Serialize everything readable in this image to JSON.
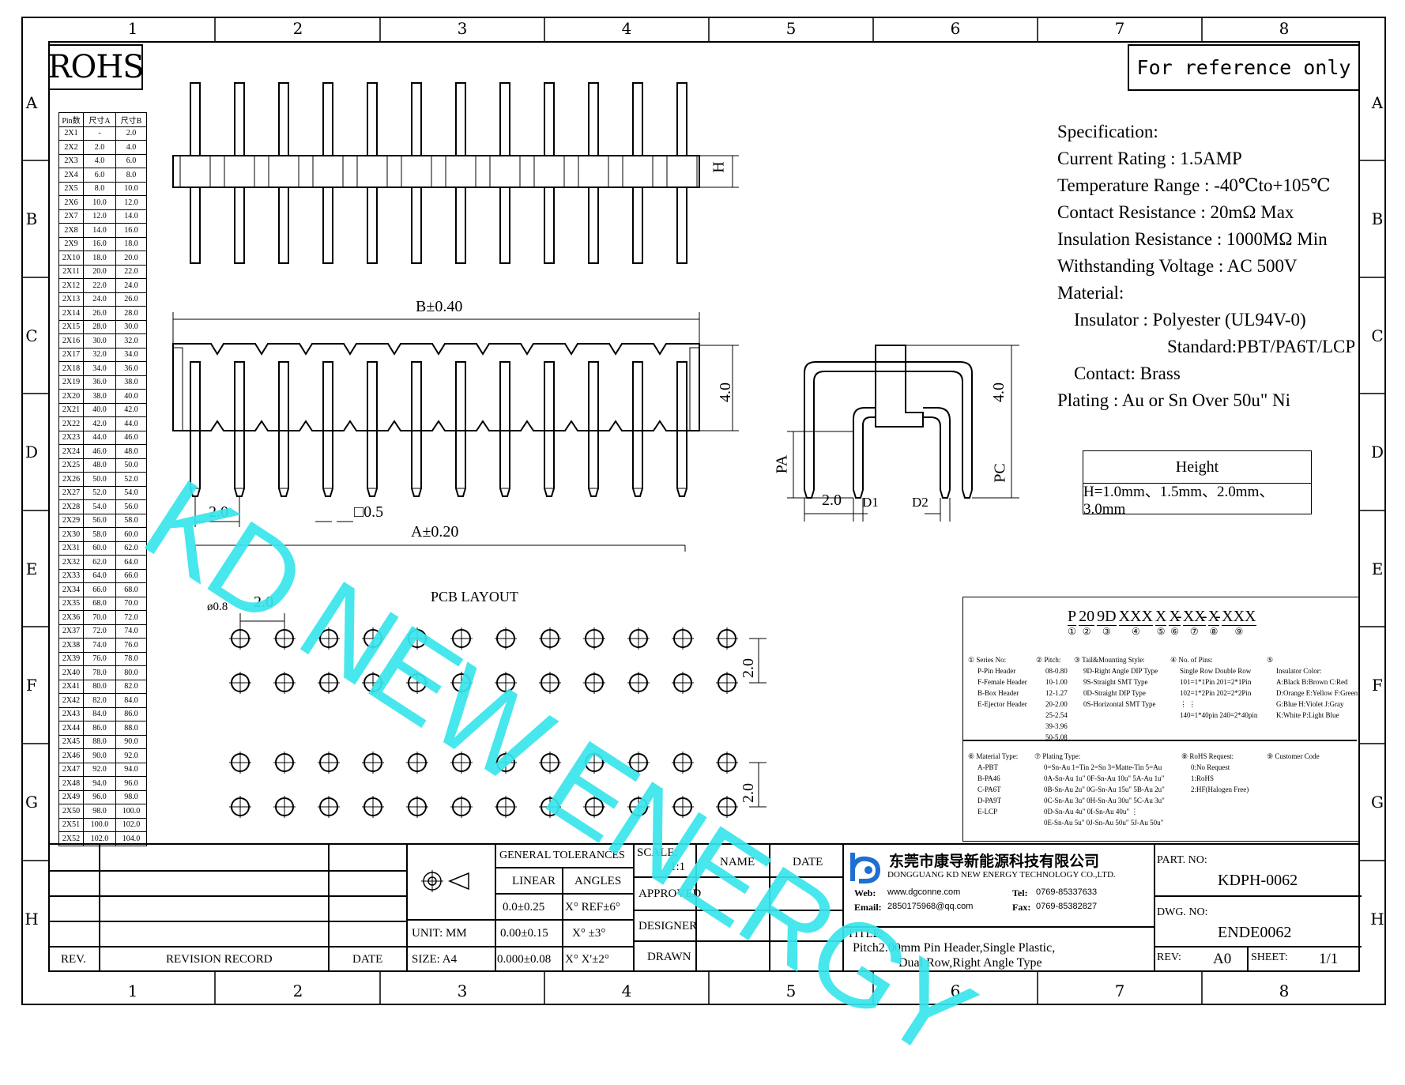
{
  "border": {
    "columns": [
      "1",
      "2",
      "3",
      "4",
      "5",
      "6",
      "7",
      "8"
    ],
    "rows": [
      "A",
      "B",
      "C",
      "D",
      "E",
      "F",
      "G",
      "H"
    ]
  },
  "rohs_label": "ROHS",
  "reference_note": "For reference only",
  "pin_table": {
    "headers": [
      "Pin数",
      "尺寸A",
      "尺寸B"
    ],
    "rows": [
      [
        "2X1",
        "-",
        "2.0"
      ],
      [
        "2X2",
        "2.0",
        "4.0"
      ],
      [
        "2X3",
        "4.0",
        "6.0"
      ],
      [
        "2X4",
        "6.0",
        "8.0"
      ],
      [
        "2X5",
        "8.0",
        "10.0"
      ],
      [
        "2X6",
        "10.0",
        "12.0"
      ],
      [
        "2X7",
        "12.0",
        "14.0"
      ],
      [
        "2X8",
        "14.0",
        "16.0"
      ],
      [
        "2X9",
        "16.0",
        "18.0"
      ],
      [
        "2X10",
        "18.0",
        "20.0"
      ],
      [
        "2X11",
        "20.0",
        "22.0"
      ],
      [
        "2X12",
        "22.0",
        "24.0"
      ],
      [
        "2X13",
        "24.0",
        "26.0"
      ],
      [
        "2X14",
        "26.0",
        "28.0"
      ],
      [
        "2X15",
        "28.0",
        "30.0"
      ],
      [
        "2X16",
        "30.0",
        "32.0"
      ],
      [
        "2X17",
        "32.0",
        "34.0"
      ],
      [
        "2X18",
        "34.0",
        "36.0"
      ],
      [
        "2X19",
        "36.0",
        "38.0"
      ],
      [
        "2X20",
        "38.0",
        "40.0"
      ],
      [
        "2X21",
        "40.0",
        "42.0"
      ],
      [
        "2X22",
        "42.0",
        "44.0"
      ],
      [
        "2X23",
        "44.0",
        "46.0"
      ],
      [
        "2X24",
        "46.0",
        "48.0"
      ],
      [
        "2X25",
        "48.0",
        "50.0"
      ],
      [
        "2X26",
        "50.0",
        "52.0"
      ],
      [
        "2X27",
        "52.0",
        "54.0"
      ],
      [
        "2X28",
        "54.0",
        "56.0"
      ],
      [
        "2X29",
        "56.0",
        "58.0"
      ],
      [
        "2X30",
        "58.0",
        "60.0"
      ],
      [
        "2X31",
        "60.0",
        "62.0"
      ],
      [
        "2X32",
        "62.0",
        "64.0"
      ],
      [
        "2X33",
        "64.0",
        "66.0"
      ],
      [
        "2X34",
        "66.0",
        "68.0"
      ],
      [
        "2X35",
        "68.0",
        "70.0"
      ],
      [
        "2X36",
        "70.0",
        "72.0"
      ],
      [
        "2X37",
        "72.0",
        "74.0"
      ],
      [
        "2X38",
        "74.0",
        "76.0"
      ],
      [
        "2X39",
        "76.0",
        "78.0"
      ],
      [
        "2X40",
        "78.0",
        "80.0"
      ],
      [
        "2X41",
        "80.0",
        "82.0"
      ],
      [
        "2X42",
        "82.0",
        "84.0"
      ],
      [
        "2X43",
        "84.0",
        "86.0"
      ],
      [
        "2X44",
        "86.0",
        "88.0"
      ],
      [
        "2X45",
        "88.0",
        "90.0"
      ],
      [
        "2X46",
        "90.0",
        "92.0"
      ],
      [
        "2X47",
        "92.0",
        "94.0"
      ],
      [
        "2X48",
        "94.0",
        "96.0"
      ],
      [
        "2X49",
        "96.0",
        "98.0"
      ],
      [
        "2X50",
        "98.0",
        "100.0"
      ],
      [
        "2X51",
        "100.0",
        "102.0"
      ],
      [
        "2X52",
        "102.0",
        "104.0"
      ]
    ]
  },
  "spec": {
    "lines": [
      "Specification:",
      "Current Rating : 1.5AMP",
      "Temperature Range : -40℃to+105℃",
      "Contact Resistance : 20mΩ Max",
      "Insulation Resistance : 1000MΩ Min",
      "Withstanding Voltage : AC 500V",
      "Material:",
      "Insulator : Polyester (UL94V-0)",
      "Standard:PBT/PA6T/LCP",
      "Contact: Brass",
      "Plating : Au or Sn Over 50u\" Ni"
    ]
  },
  "dims": {
    "h": "H",
    "b": "B±0.40",
    "four_a": "4.0",
    "four_b": "4.0",
    "two": "2.0",
    "sq": "□0.5",
    "a": "A±0.20",
    "pa": "PA",
    "pc": "PC",
    "two_side": "2.0",
    "d1": "D1",
    "d2": "D2"
  },
  "pcb": {
    "title": "PCB LAYOUT",
    "hole": "ø0.8",
    "pitch": "2.0",
    "row_pitch_1": "2.0",
    "row_pitch_2": "2.0"
  },
  "height_box": {
    "title": "Height",
    "values": "H=1.0mm、1.5mm、2.0mm、3.0mm"
  },
  "part_code": {
    "parts": [
      "P",
      "20",
      "9D",
      "XXX",
      "X",
      "X",
      "XX",
      "X",
      "XXX"
    ],
    "nums": [
      "①",
      "②",
      "③",
      "④",
      "⑤",
      "⑥",
      "⑦",
      "⑧",
      "⑨"
    ],
    "series": [
      "① Series No:",
      "P-Pin Header",
      "F-Female Header",
      "B-Box Header",
      "E-Ejector Header"
    ],
    "pitch": [
      "② Pitch:",
      "08-0.80",
      "10-1.00",
      "12-1.27",
      "20-2.00",
      "25-2.54",
      "39-3.96",
      "50-5.08"
    ],
    "tail": [
      "③ Tail&Mounting Style:",
      "9D-Right Angle DIP Type",
      "9S-Straight SMT Type",
      "0D-Straight DIP Type",
      "0S-Horizontal SMT Type"
    ],
    "pins": [
      "④ No. of Pins:",
      "Single Row   Double Row",
      "101=1*1Pin   201=2*1Pin",
      "102=1*2Pin   202=2*2Pin",
      "⋮             ⋮",
      "140=1*40pin  240=2*40pin"
    ],
    "color": [
      "⑤",
      "Insulator Color:",
      "A:Black  B:Brown  C:Red",
      "D:Orange E:Yellow F:Green",
      "G:Blue   H:Violet J:Gray",
      "K:White  P:Light Blue"
    ],
    "material": [
      "⑥ Material Type:",
      "A-PBT",
      "B-PA46",
      "C-PA6T",
      "D-PA9T",
      "E-LCP"
    ],
    "plating": [
      "⑦ Plating Type:",
      "0=Sn-Au 1=Tin 2=Sn 3=Matte-Tin 5=Au",
      "0A-Sn-Au 1u\"  0F-Sn-Au 10u\"  5A-Au 1u\"",
      "0B-Sn-Au 2u\"  0G-Sn-Au 15u\"  5B-Au 2u\"",
      "0C-Sn-Au 3u\"  0H-Sn-Au 30u\"  5C-Au 3u\"",
      "0D-Sn-Au 4u\"  0I-Sn-Au 40u\"      ⋮",
      "0E-Sn-Au 5u\"  0J-Sn-Au 50u\"  5J-Au 50u\""
    ],
    "rohs": [
      "⑧ RoHS Request:",
      "0:No Request",
      "1:RoHS",
      "2:HF(Halogen Free)"
    ],
    "custom": [
      "⑨ Customer Code"
    ]
  },
  "title_block": {
    "gen_tol": "GENERAL TOLERANCES",
    "linear": "LINEAR",
    "angles": "ANGLES",
    "lin1": "0.0±0.25",
    "ang1": "X° REF±6°",
    "lin2": "0.00±0.15",
    "ang2": "X° ±3°",
    "lin3": "0.000±0.08",
    "ang3": "X° X'±2°",
    "unit": "UNIT: MM",
    "size": "SIZE: A4",
    "scale": "SCALE:",
    "scale_val": "1:1",
    "name": "NAME",
    "date_h": "DATE",
    "approved": "APPROVED",
    "designer": "DESIGNER",
    "drawn": "DRAWN",
    "rev": "REV.",
    "revision_record": "REVISION RECORD",
    "date": "DATE",
    "company_cn": "东莞市康导新能源科技有限公司",
    "company_en": "DONGGUANG KD NEW ENERGY TECHNOLOGY CO.,LTD.",
    "web_label": "Web:",
    "web": "www.dgconne.com",
    "tel_label": "Tel:",
    "tel": "0769-85337633",
    "email_label": "Email:",
    "email": "2850175968@qq.com",
    "fax_label": "Fax:",
    "fax": "0769-85382827",
    "title_label": "TITLE:",
    "title_1": "Pitch2.00mm Pin Header,Single Plastic,",
    "title_2": "Dual Row,Right Angle Type",
    "part_no_label": "PART. NO:",
    "part_no": "KDPH-0062",
    "dwg_no_label": "DWG. NO:",
    "dwg_no": "ENDE0062",
    "rev_label": "REV:",
    "rev_val": "A0",
    "sheet_label": "SHEET:",
    "sheet_val": "1/1"
  },
  "watermark": "KD NEW ENERGY",
  "colors": {
    "watermark": "#38e6ec",
    "logo": "#1f6fd1"
  }
}
